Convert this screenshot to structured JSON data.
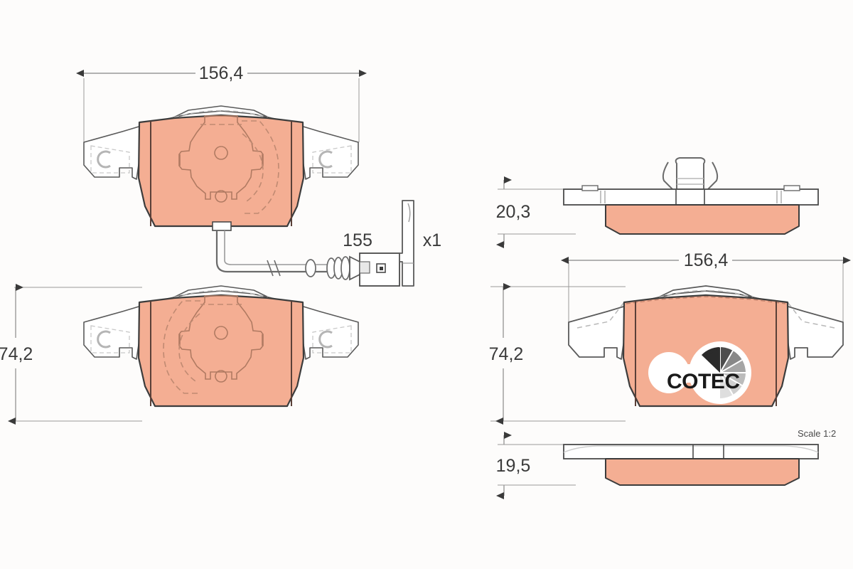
{
  "drawing": {
    "title": "TRW brake pad set technical drawing",
    "background_color": "#FDFCFB",
    "friction_color": "#F4AE93",
    "outline_color": "#3c3c3c",
    "dim_line_color": "#9a9a9a",
    "scale_note": "Scale 1:2"
  },
  "dimensions": {
    "top_width": "156,4",
    "left_height": "74,2",
    "sensor_length": "155",
    "sensor_qty": "x1",
    "right_width": "156,4",
    "right_height": "74,2",
    "thickness_top": "20,3",
    "thickness_bottom": "19,5"
  },
  "logo": {
    "cotec_text": "COTEC",
    "segments": [
      "#2b2b2b",
      "#4d4d4d",
      "#707070",
      "#8f8f8f",
      "#a8a8a8",
      "#c0c0c0",
      "#d6d6d6"
    ]
  },
  "views": {
    "top_left": "front view pad with wear sensor",
    "bottom_left": "front view pad mirrored",
    "top_right": "side profile with retaining clip",
    "middle_right": "front view pad with COTEC logo",
    "bottom_right": "side profile"
  }
}
